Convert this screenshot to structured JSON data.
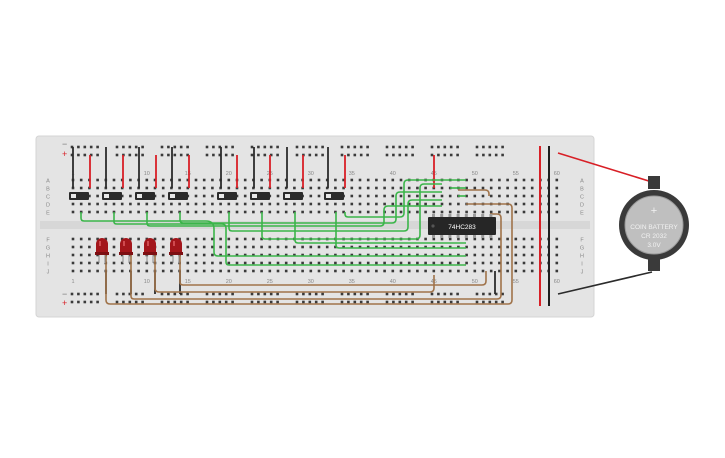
{
  "breadboard": {
    "rail_plus": "+",
    "rail_minus": "−",
    "row_letters_top": [
      "A",
      "B",
      "C",
      "D",
      "E"
    ],
    "row_letters_bottom": [
      "F",
      "G",
      "H",
      "I",
      "J"
    ],
    "column_numbers": [
      "1",
      "10",
      "15",
      "20",
      "25",
      "30",
      "35",
      "40",
      "45",
      "50",
      "55",
      "60"
    ]
  },
  "ic": {
    "label": "74HC283"
  },
  "battery": {
    "line1": "COIN BATTERY",
    "line2": "CR 2032",
    "line3": "3.0V",
    "plus": "+"
  },
  "colors": {
    "board": "#e4e4e4",
    "hole": "#3a3a3a",
    "rail_red": "#d81f26",
    "rail_dark": "#1e1e1e",
    "wire_green": "#3bb54a",
    "wire_brown": "#a0734a",
    "wire_red": "#d81f26",
    "wire_black": "#2b2b2b",
    "led_red": "#a3161b",
    "ic_body": "#262626"
  }
}
